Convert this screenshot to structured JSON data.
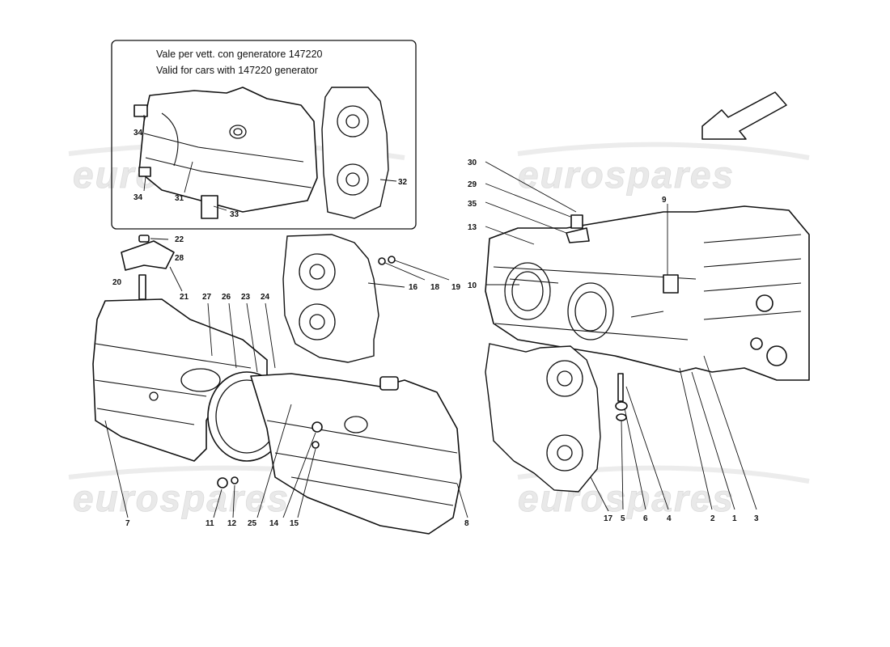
{
  "inset": {
    "line1": "Vale per vett. con generatore 147220",
    "line2": "Valid for cars with 147220 generator"
  },
  "watermark": "eurospares",
  "labels": {
    "n1": "1",
    "n2": "2",
    "n3": "3",
    "n4": "4",
    "n5": "5",
    "n6": "6",
    "n7": "7",
    "n8": "8",
    "n9": "9",
    "n10": "10",
    "n11": "11",
    "n12": "12",
    "n13": "13",
    "n14": "14",
    "n15": "15",
    "n16": "16",
    "n17": "17",
    "n18": "18",
    "n19": "19",
    "n20": "20",
    "n21": "21",
    "n22": "22",
    "n23": "23",
    "n24": "24",
    "n25": "25",
    "n26": "26",
    "n27": "27",
    "n28": "28",
    "n29": "29",
    "n30": "30",
    "n31": "31",
    "n32": "32",
    "n33": "33",
    "n34a": "34",
    "n34b": "34",
    "n35": "35"
  },
  "icons": {
    "direction": "front-direction-arrow-icon"
  }
}
